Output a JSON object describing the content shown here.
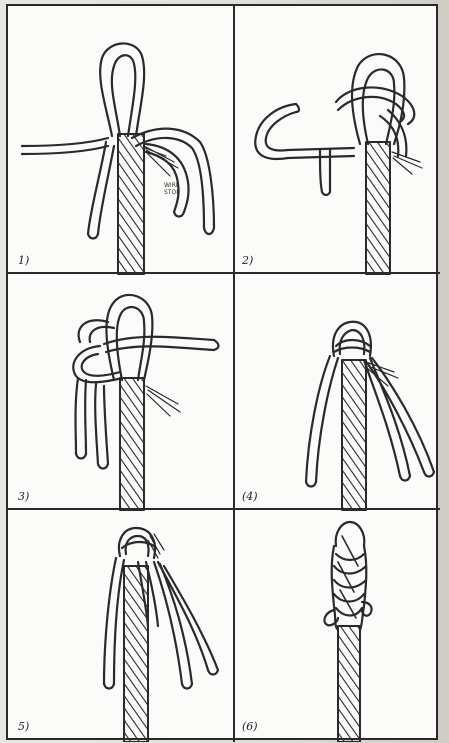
{
  "diagram": {
    "panels": [
      {
        "id": 1,
        "caption": "1)"
      },
      {
        "id": 2,
        "caption": "2)"
      },
      {
        "id": 3,
        "caption": "3)"
      },
      {
        "id": 4,
        "caption": "(4)"
      },
      {
        "id": 5,
        "caption": "5)"
      },
      {
        "id": 6,
        "caption": "(6)"
      }
    ],
    "annotations": {
      "wire_stop_line1": "WIRE",
      "wire_stop_line2": "STOP"
    }
  },
  "colors": {
    "ink": "#2a2a2a",
    "paper": "#fbfbf9",
    "bleed": "#c9c6c0"
  }
}
